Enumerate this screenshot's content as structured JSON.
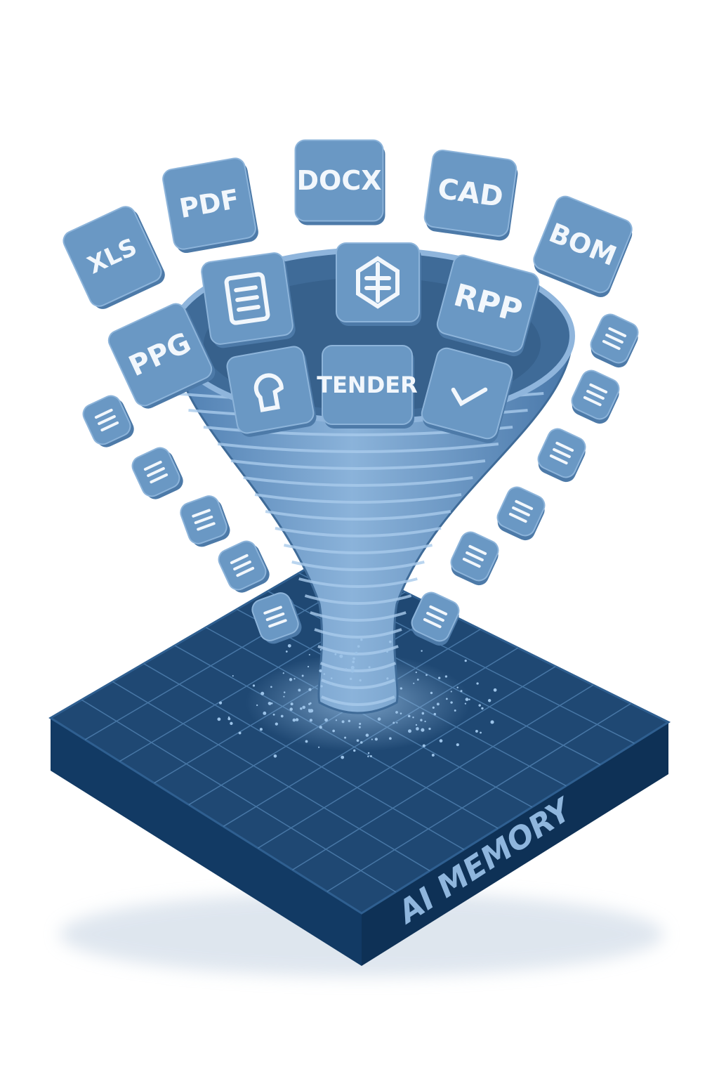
{
  "illustration": {
    "platform_label": "AI MEMORY",
    "file_tiles": [
      {
        "label": "XLS"
      },
      {
        "label": "PDF"
      },
      {
        "label": "DOCX"
      },
      {
        "label": "CAD"
      },
      {
        "label": "BOM"
      },
      {
        "label": "RPP"
      },
      {
        "label": "PPG"
      },
      {
        "label": "TENDER"
      }
    ],
    "icon_tiles": [
      "document-lines-icon",
      "hexagon-plus-icon",
      "person-head-icon",
      "checkmark-icon"
    ],
    "colors": {
      "tile": "#6a98c4",
      "tile_edge": "#4d7aa8",
      "funnel": "#5f8fbd",
      "funnel_inner": "#3f6b98",
      "platform_top": "#1f4873",
      "platform_side_left": "#123a64",
      "platform_side_right": "#0f3258",
      "grid": "#4f7fae"
    }
  }
}
